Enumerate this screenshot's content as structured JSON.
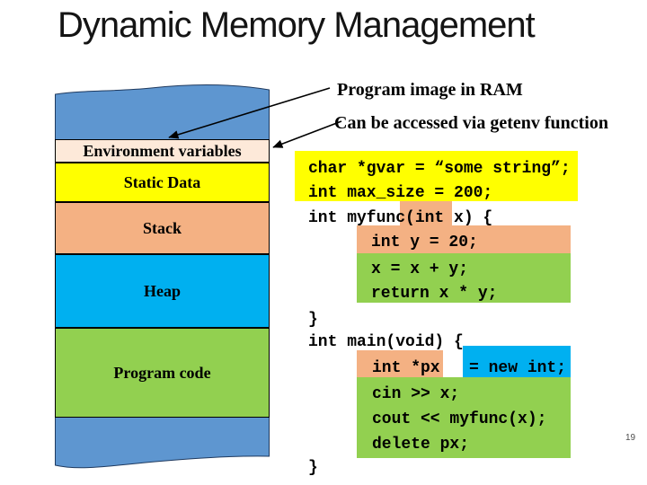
{
  "slide": {
    "title": "Dynamic Memory Management",
    "page_number": "19"
  },
  "callouts": {
    "ram": "Program image in RAM",
    "getenv": "Can be accessed via getenv function"
  },
  "memory_diagram": {
    "sections": [
      {
        "label": "Environment variables",
        "color": "#FDE9D9"
      },
      {
        "label": "Static Data",
        "color": "#FFFF00"
      },
      {
        "label": "Stack",
        "color": "#F4B183"
      },
      {
        "label": "Heap",
        "color": "#00B0F0"
      },
      {
        "label": "Program code",
        "color": "#92D050"
      }
    ],
    "blob_color": "#5E96D0"
  },
  "code": {
    "lines": [
      "char *gvar = “some string”;",
      "int max_size = 200;",
      "int myfunc(int x) {",
      "int y = 20;",
      "x = x + y;",
      "return x * y;",
      "}",
      "int main(void) {",
      "int *px   = new int;",
      "cin >> x;",
      "cout << myfunc(x);",
      "delete px;",
      "}"
    ]
  },
  "palette": {
    "static_data": "#FFFF00",
    "stack": "#F4B183",
    "heap": "#00B0F0",
    "program_code": "#92D050",
    "environment": "#FDE9D9",
    "image_blob": "#5E96D0"
  }
}
